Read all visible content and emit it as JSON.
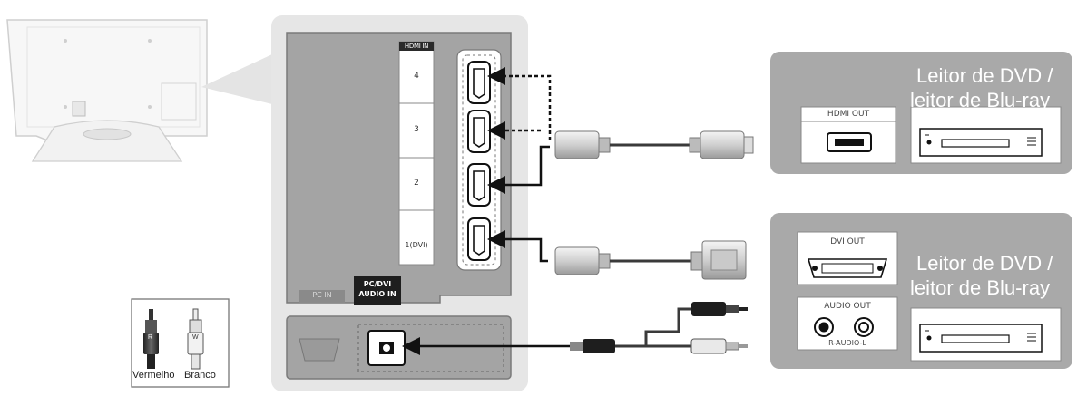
{
  "panel": {
    "hdmi_in_label": "HDMI IN",
    "ports": [
      "4",
      "3",
      "2",
      "1(DVI)"
    ],
    "pc_in_label": "PC IN",
    "pc_dvi_audio_line1": "PC/DVI",
    "pc_dvi_audio_line2": "AUDIO IN"
  },
  "device_top": {
    "title_line1": "Leitor de DVD /",
    "title_line2": "leitor de Blu-ray",
    "port_label": "HDMI OUT"
  },
  "device_bottom": {
    "title_line1": "Leitor de DVD /",
    "title_line2": "leitor de Blu-ray",
    "dvi_label": "DVI OUT",
    "audio_label": "AUDIO OUT",
    "audio_sub": "R-AUDIO-L"
  },
  "legend": {
    "red_label": "Vermelho",
    "white_label": "Branco",
    "red_tip": "R",
    "white_tip": "W"
  },
  "colors": {
    "device_box": "#a9a9a9",
    "panel_bg": "#e6e6e6",
    "panel_inner": "#a4a4a4",
    "cable": "#3a3a3a"
  }
}
